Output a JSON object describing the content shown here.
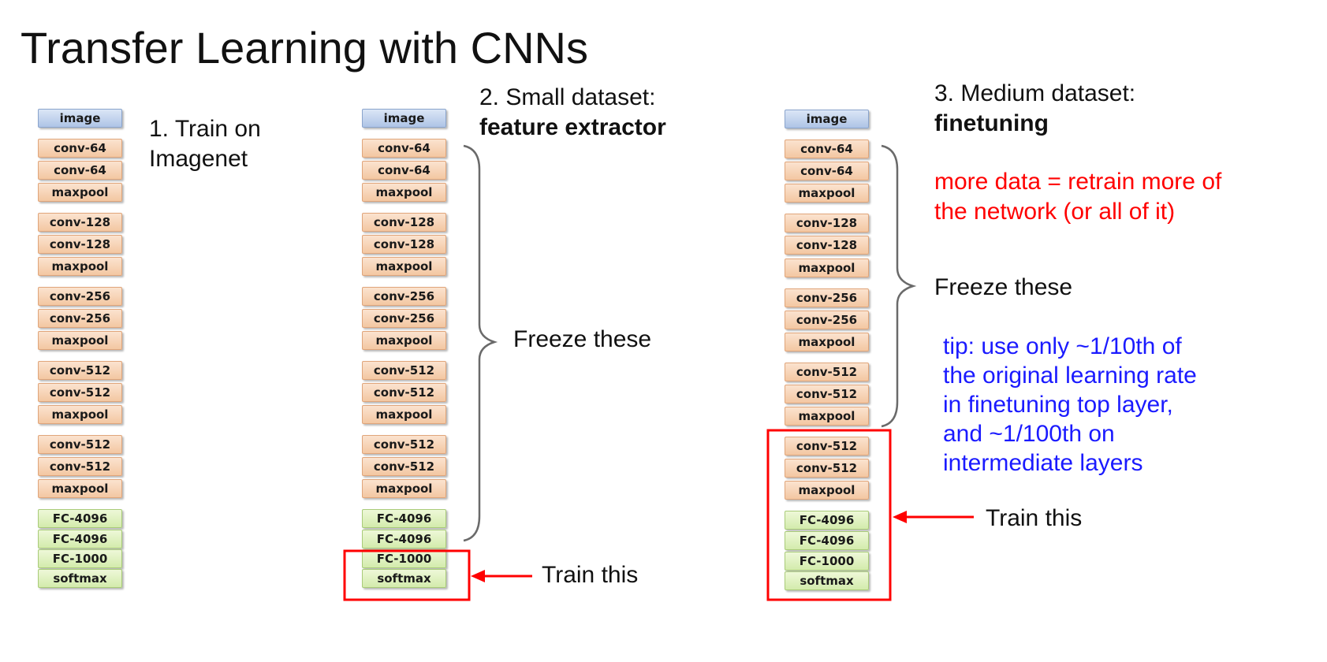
{
  "title": "Transfer Learning with CNNs",
  "layers": [
    {
      "label": "image",
      "kind": "image"
    },
    {
      "label": "conv-64",
      "kind": "conv"
    },
    {
      "label": "conv-64",
      "kind": "conv"
    },
    {
      "label": "maxpool",
      "kind": "pool"
    },
    {
      "label": "conv-128",
      "kind": "conv"
    },
    {
      "label": "conv-128",
      "kind": "conv"
    },
    {
      "label": "maxpool",
      "kind": "pool"
    },
    {
      "label": "conv-256",
      "kind": "conv"
    },
    {
      "label": "conv-256",
      "kind": "conv"
    },
    {
      "label": "maxpool",
      "kind": "pool"
    },
    {
      "label": "conv-512",
      "kind": "conv"
    },
    {
      "label": "conv-512",
      "kind": "conv"
    },
    {
      "label": "maxpool",
      "kind": "pool"
    },
    {
      "label": "conv-512",
      "kind": "conv"
    },
    {
      "label": "conv-512",
      "kind": "conv"
    },
    {
      "label": "maxpool",
      "kind": "pool"
    },
    {
      "label": "FC-4096",
      "kind": "fc"
    },
    {
      "label": "FC-4096",
      "kind": "fc"
    },
    {
      "label": "FC-1000",
      "kind": "fc"
    },
    {
      "label": "softmax",
      "kind": "softmax"
    }
  ],
  "panel1": {
    "heading_line1": "1. Train on",
    "heading_line2": "Imagenet"
  },
  "panel2": {
    "heading_line1": "2. Small dataset:",
    "heading_line2": "feature extractor",
    "freeze_label": "Freeze these",
    "train_label": "Train this"
  },
  "panel3": {
    "heading_line1": "3. Medium dataset:",
    "heading_line2": "finetuning",
    "red_note_line1": "more data = retrain more of",
    "red_note_line2": "the network (or all of it)",
    "freeze_label": "Freeze these",
    "tip_lines": [
      "tip: use only ~1/10th of",
      "the original learning rate",
      "in finetuning top layer,",
      "and ~1/100th on",
      "intermediate layers"
    ],
    "train_label": "Train this"
  },
  "colors": {
    "highlight_box": "#ff0000",
    "arrow": "#ff0000",
    "red_note": "#ff0000",
    "tip_note": "#1a1aff",
    "brace": "#6a6a6a"
  }
}
